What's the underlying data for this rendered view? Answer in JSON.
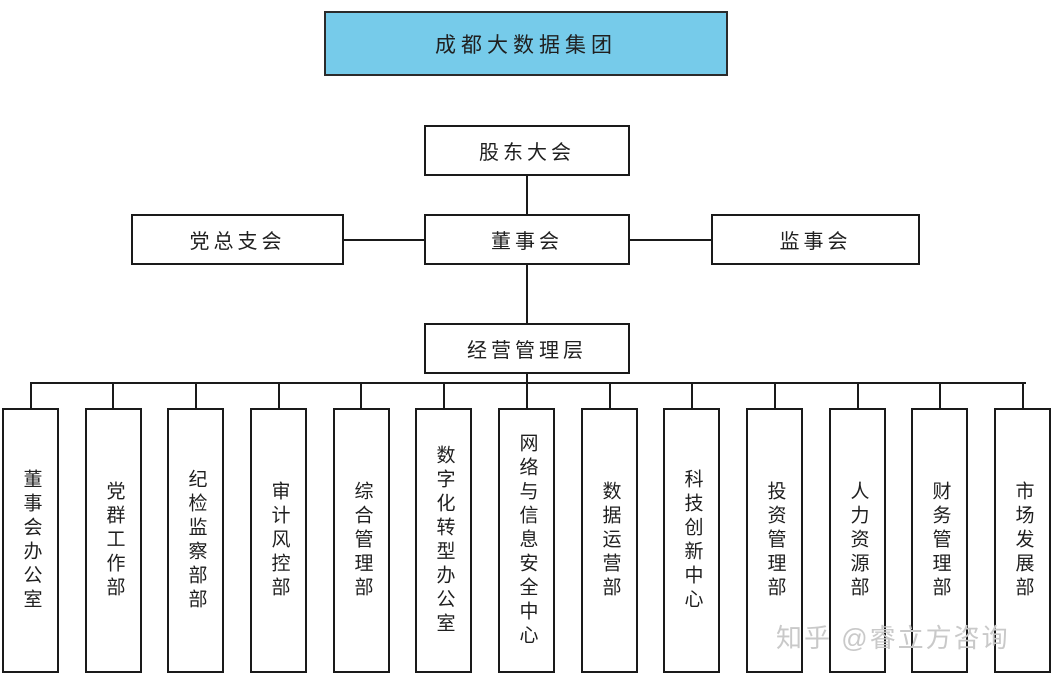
{
  "chart": {
    "type": "org-chart",
    "title_box": {
      "label": "成都大数据集团",
      "fill": "#76cbea"
    },
    "levels": [
      {
        "label": "股东大会"
      },
      {
        "label": "党总支会"
      },
      {
        "label": "董事会"
      },
      {
        "label": "监事会"
      },
      {
        "label": "经营管理层"
      }
    ],
    "departments": [
      {
        "label": "董事会办公室"
      },
      {
        "label": "党群工作部"
      },
      {
        "label": "纪检监察部部"
      },
      {
        "label": "审计风控部"
      },
      {
        "label": "综合管理部"
      },
      {
        "label": "数字化转型办公室"
      },
      {
        "label": "网络与信息安全中心"
      },
      {
        "label": "数据运营部"
      },
      {
        "label": "科技创新中心"
      },
      {
        "label": "投资管理部"
      },
      {
        "label": "人力资源部"
      },
      {
        "label": "财务管理部"
      },
      {
        "label": "市场发展部"
      }
    ],
    "watermark": "知乎 @睿立方咨询"
  }
}
